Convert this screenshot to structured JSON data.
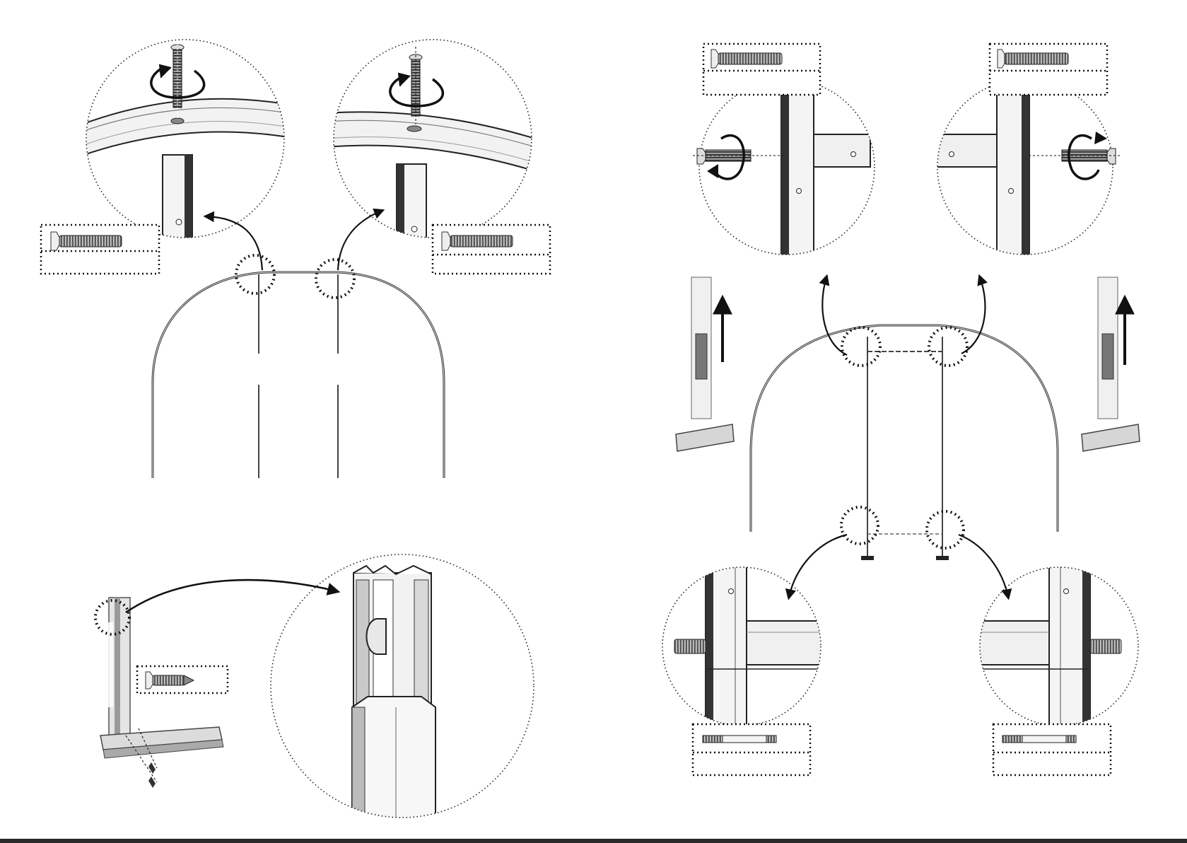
{
  "document": {
    "type": "assembly-instructions",
    "text_labels": [],
    "panels": [
      {
        "name": "left-arch-assembly",
        "icons": [
          "arch-frame",
          "magnifier-circle",
          "screwdriver-rotation-icon",
          "countersunk-screw-icon",
          "curved-arrow-icon"
        ]
      },
      {
        "name": "right-door-frame-assembly",
        "icons": [
          "arch-frame",
          "door-frame",
          "magnifier-circle",
          "rotation-icon",
          "countersunk-screw-icon",
          "threaded-stud-icon",
          "up-arrow-icon"
        ]
      },
      {
        "name": "post-base-detail",
        "icons": [
          "post",
          "base-rail",
          "short-screw-icon",
          "magnifier-circle",
          "curved-arrow-icon"
        ]
      }
    ],
    "colors": {
      "ink": "#111111",
      "metal_dark": "#555555",
      "metal_light": "#e6e6e6",
      "background": "#ffffff"
    }
  }
}
